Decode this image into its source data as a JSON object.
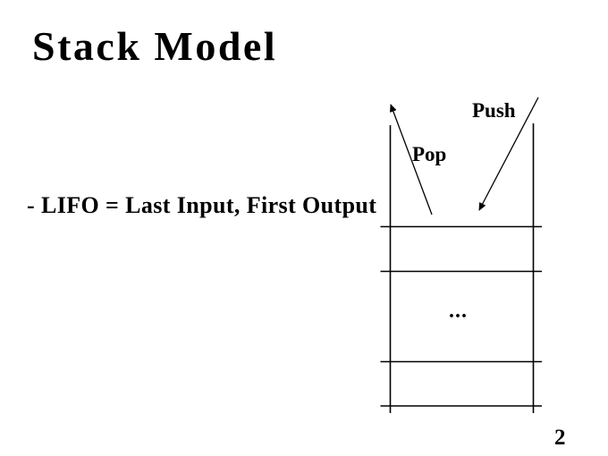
{
  "slide": {
    "title": "Stack Model",
    "bullet_text": "- LIFO = Last Input, First Output",
    "page_number": "2",
    "colors": {
      "background": "#ffffff",
      "foreground": "#000000"
    }
  },
  "diagram": {
    "push_label": "Push",
    "pop_label": "Pop",
    "ellipsis": "..."
  }
}
